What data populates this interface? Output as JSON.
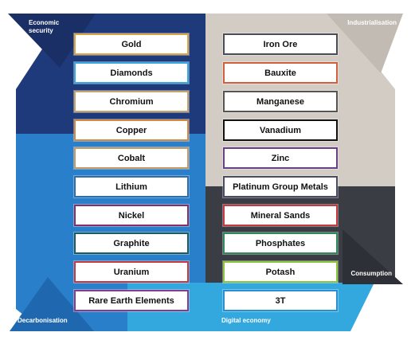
{
  "quadrants": {
    "economic_security": {
      "label": "Economic security",
      "color": "#1f3a7a"
    },
    "industrialisation": {
      "label": "Industrialisation",
      "color": "#d2ccc5"
    },
    "decarbonisation": {
      "label": "Decarbonisation",
      "color": "#2a7fca"
    },
    "digital_economy": {
      "label": "Digital economy",
      "color": "#33a8df"
    },
    "consumption": {
      "label": "Consumption",
      "color": "#3a3d44"
    }
  },
  "left_column": [
    {
      "label": "Gold",
      "color": "#d9a441"
    },
    {
      "label": "Diamonds",
      "color": "#36a9e1"
    },
    {
      "label": "Chromium",
      "color": "#c9a46a"
    },
    {
      "label": "Copper",
      "color": "#d5893e"
    },
    {
      "label": "Cobalt",
      "color": "#c79a62"
    },
    {
      "label": "Lithium",
      "color": "#2d6ea8"
    },
    {
      "label": "Nickel",
      "color": "#8b2d63"
    },
    {
      "label": "Graphite",
      "color": "#1b5c5c"
    },
    {
      "label": "Uranium",
      "color": "#c9383e"
    },
    {
      "label": "Rare Earth Elements",
      "color": "#8a3a8a"
    }
  ],
  "right_column": [
    {
      "label": "Iron Ore",
      "color": "#4a4d55"
    },
    {
      "label": "Bauxite",
      "color": "#d0613d"
    },
    {
      "label": "Manganese",
      "color": "#555555"
    },
    {
      "label": "Vanadium",
      "color": "#111111"
    },
    {
      "label": "Zinc",
      "color": "#6a3f8a"
    },
    {
      "label": "Platinum Group Metals",
      "color": "#4a4d62"
    },
    {
      "label": "Mineral Sands",
      "color": "#c9383e"
    },
    {
      "label": "Phosphates",
      "color": "#2e8a58"
    },
    {
      "label": "Potash",
      "color": "#8cc63f"
    },
    {
      "label": "3T",
      "color": "#2a8fd0"
    }
  ]
}
